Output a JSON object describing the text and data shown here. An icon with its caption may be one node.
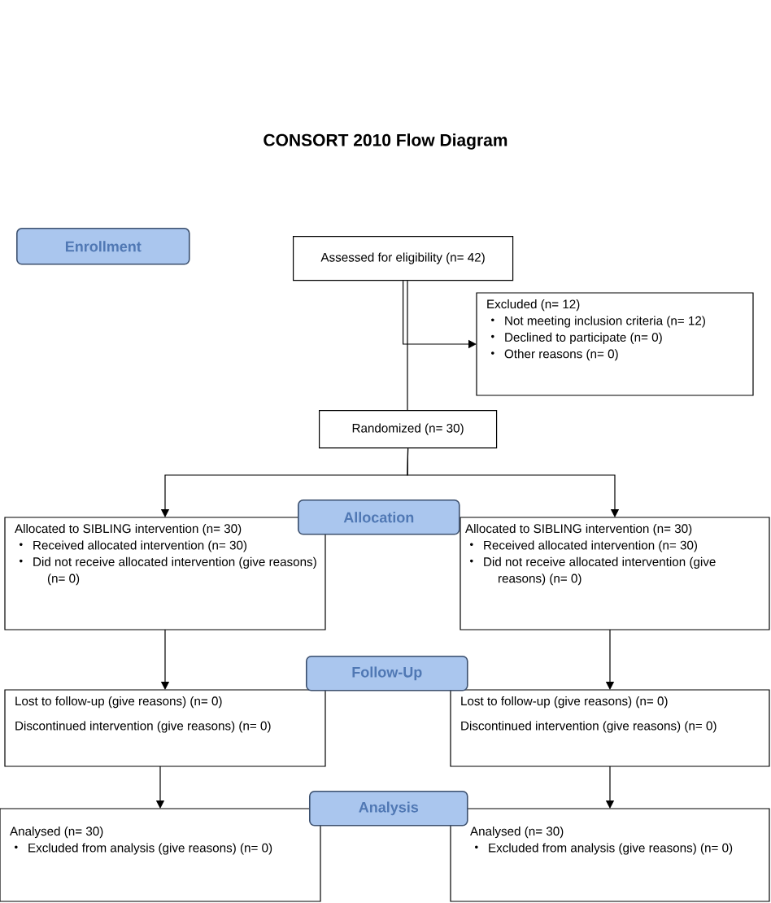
{
  "diagram": {
    "title": "CONSORT 2010 Flow Diagram",
    "nodes": [
      {
        "text": [
          "Enrollment"
        ]
      },
      {
        "text": [
          "Assessed for eligibility (n= 42)"
        ]
      },
      {
        "text": [
          "Excluded  (n= 12)",
          "Not meeting inclusion criteria (n= 12)",
          "Declined to participate (n= 0)",
          "Other reasons (n= 0)"
        ]
      },
      {
        "text": [
          "Randomized (n= 30)"
        ]
      },
      {
        "text": [
          "Allocation"
        ]
      },
      {
        "text": [
          "Allocated to SIBLING intervention (n= 30)",
          "Received allocated intervention (n= 30)",
          "Did not receive allocated intervention (give reasons) (n= 0)"
        ]
      },
      {
        "text": [
          "Allocated to SIBLING intervention (n= 30)",
          "Received allocated intervention (n= 30)",
          "Did not receive allocated intervention (give reasons) (n= 0)"
        ]
      },
      {
        "text": [
          "Follow-Up"
        ]
      },
      {
        "text": [
          "Lost to follow-up (give reasons) (n= 0)",
          "Discontinued intervention (give reasons) (n= 0)"
        ]
      },
      {
        "text": [
          "Lost to follow-up (give reasons) (n= 0)",
          "Discontinued intervention (give reasons) (n= 0)"
        ]
      },
      {
        "text": [
          "Analysis"
        ]
      },
      {
        "text": [
          "Analysed  (n= 30)",
          "Excluded from analysis (give reasons) (n= 0)"
        ]
      },
      {
        "text": [
          "Analysed  (n= 30)",
          "Excluded from analysis (give reasons) (n= 0)"
        ]
      }
    ],
    "edges": [
      {
        "from": 1,
        "to": 3,
        "arrow": "none"
      },
      {
        "from": 1,
        "to": 2,
        "arrow": "to"
      },
      {
        "from": 3,
        "to": 5,
        "arrow": "to"
      },
      {
        "from": 3,
        "to": 6,
        "arrow": "to"
      },
      {
        "from": 5,
        "to": 8,
        "arrow": "to"
      },
      {
        "from": 6,
        "to": 9,
        "arrow": "to"
      },
      {
        "from": 8,
        "to": 11,
        "arrow": "to"
      },
      {
        "from": 9,
        "to": 12,
        "arrow": "to"
      }
    ]
  }
}
